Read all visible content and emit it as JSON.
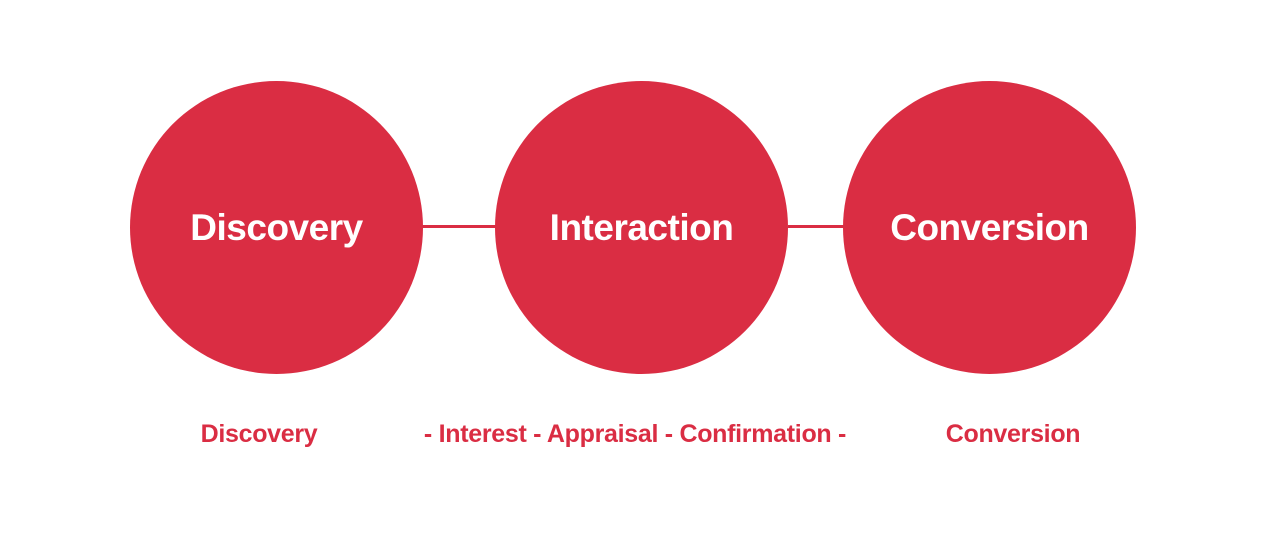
{
  "colors": {
    "accent_red": "#da2d43",
    "circle_text": "#ffffff",
    "background": "#ffffff"
  },
  "funnel": {
    "stages": [
      {
        "circle_label": "Discovery",
        "sub_label": "Discovery"
      },
      {
        "circle_label": "Interaction",
        "sub_label": "- Interest - Appraisal - Confirmation -"
      },
      {
        "circle_label": "Conversion",
        "sub_label": "Conversion"
      }
    ]
  }
}
